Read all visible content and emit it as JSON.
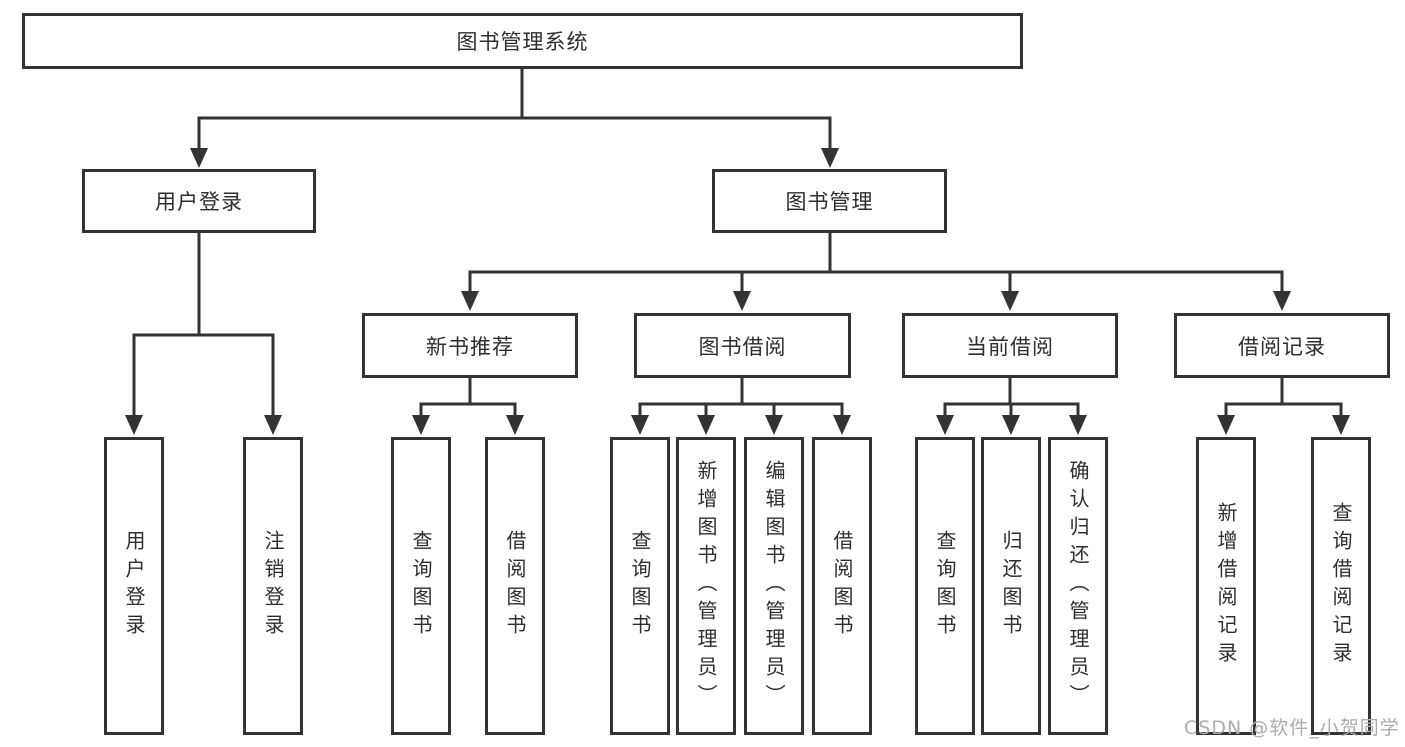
{
  "tree": {
    "label": "图书管理系统",
    "children": [
      {
        "label": "用户登录",
        "children": [
          {
            "label": "用户登录"
          },
          {
            "label": "注销登录"
          }
        ]
      },
      {
        "label": "图书管理",
        "children": [
          {
            "label": "新书推荐",
            "children": [
              {
                "label": "查询图书"
              },
              {
                "label": "借阅图书"
              }
            ]
          },
          {
            "label": "图书借阅",
            "children": [
              {
                "label": "查询图书"
              },
              {
                "label": "新增图书（管理员）"
              },
              {
                "label": "编辑图书（管理员）"
              },
              {
                "label": "借阅图书"
              }
            ]
          },
          {
            "label": "当前借阅",
            "children": [
              {
                "label": "查询图书"
              },
              {
                "label": "归还图书"
              },
              {
                "label": "确认归还（管理员）"
              }
            ]
          },
          {
            "label": "借阅记录",
            "children": [
              {
                "label": "新增借阅记录"
              },
              {
                "label": "查询借阅记录"
              }
            ]
          }
        ]
      }
    ]
  },
  "watermark": {
    "text": "CSDN @软件_小贺同学"
  },
  "colors": {
    "line": "#333333",
    "ink": "#2e2e2e",
    "bg": "#ffffff",
    "watermark": "#a9aeb4"
  }
}
